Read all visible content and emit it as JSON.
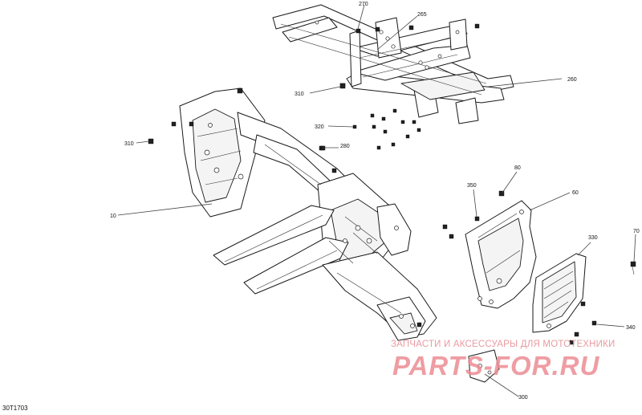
{
  "diagram_id": "30T1703",
  "callouts": {
    "c270": "270",
    "c265": "265",
    "c260": "260",
    "c310a": "310",
    "c310b": "310",
    "c320": "320",
    "c280": "280",
    "c10": "10",
    "c80": "80",
    "c350": "350",
    "c60": "60",
    "c330": "330",
    "c70": "70",
    "c340": "340",
    "c300": "300"
  },
  "watermark": {
    "caption": "ЗАПЧАСТИ И АКСЕССУАРЫ ДЛЯ МОТОТЕХНИКИ",
    "logo": "PARTS-FOR.RU"
  }
}
